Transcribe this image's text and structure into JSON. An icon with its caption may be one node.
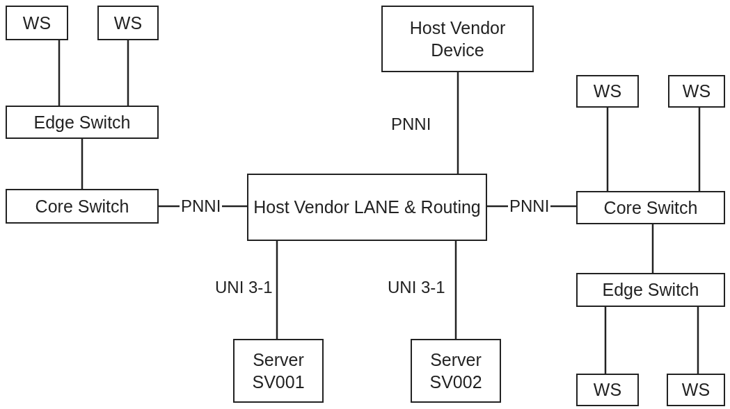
{
  "diagram": {
    "nodes": [
      {
        "text": [
          "WS"
        ]
      },
      {
        "text": [
          "WS"
        ]
      },
      {
        "text": [
          "Edge Switch"
        ]
      },
      {
        "text": [
          "Core Switch"
        ]
      },
      {
        "text": [
          "Host Vendor Device"
        ]
      },
      {
        "text": [
          "Host Vendor LANE & Routing"
        ]
      },
      {
        "text": [
          "WS"
        ]
      },
      {
        "text": [
          "WS"
        ]
      },
      {
        "text": [
          "Core Switch"
        ]
      },
      {
        "text": [
          "Edge Switch"
        ]
      },
      {
        "text": [
          "Server SV001"
        ]
      },
      {
        "text": [
          "Server SV002"
        ]
      },
      {
        "text": [
          "WS"
        ]
      },
      {
        "text": [
          "WS"
        ]
      }
    ],
    "edges": [
      {
        "from": 0,
        "to": 2,
        "arrow": "none"
      },
      {
        "from": 1,
        "to": 2,
        "arrow": "none"
      },
      {
        "from": 2,
        "to": 3,
        "arrow": "none"
      },
      {
        "from": 3,
        "to": 5,
        "arrow": "none",
        "label": "PNNI"
      },
      {
        "from": 4,
        "to": 5,
        "arrow": "none",
        "label": "PNNI"
      },
      {
        "from": 5,
        "to": 8,
        "arrow": "none",
        "label": "PNNI"
      },
      {
        "from": 6,
        "to": 8,
        "arrow": "none"
      },
      {
        "from": 7,
        "to": 8,
        "arrow": "none"
      },
      {
        "from": 8,
        "to": 9,
        "arrow": "none"
      },
      {
        "from": 9,
        "to": 12,
        "arrow": "none"
      },
      {
        "from": 9,
        "to": 13,
        "arrow": "none"
      },
      {
        "from": 5,
        "to": 10,
        "arrow": "none",
        "label": "UNI 3-1"
      },
      {
        "from": 5,
        "to": 11,
        "arrow": "none",
        "label": "UNI 3-1"
      }
    ]
  }
}
